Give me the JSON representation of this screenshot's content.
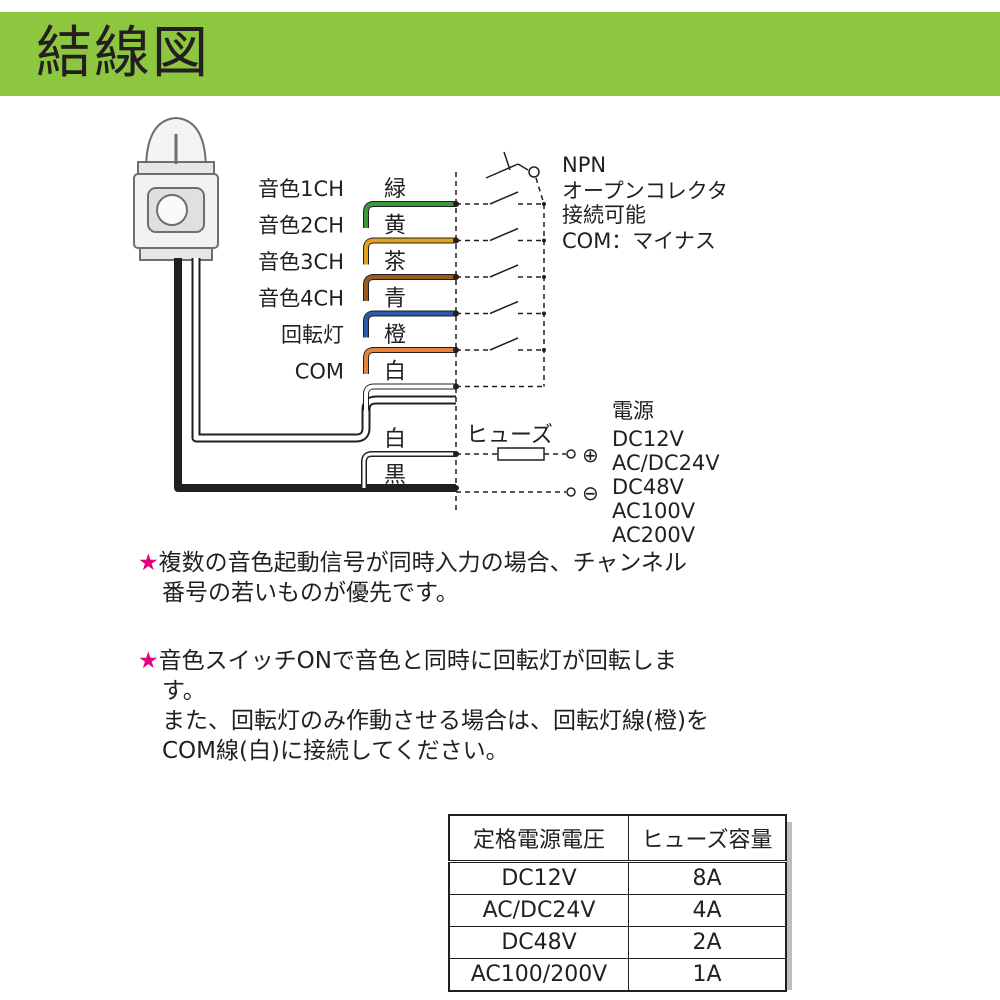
{
  "header": {
    "title": "結線図",
    "color": "#8dc63f"
  },
  "diagram": {
    "channels": [
      {
        "label": "音色1CH",
        "color_name": "緑",
        "color": "#3a9a3a"
      },
      {
        "label": "音色2CH",
        "color_name": "黄",
        "color": "#e3a21a"
      },
      {
        "label": "音色3CH",
        "color_name": "茶",
        "color": "#9b5a1e"
      },
      {
        "label": "音色4CH",
        "color_name": "青",
        "color": "#2a5aa8"
      },
      {
        "label": "回転灯",
        "color_name": "橙",
        "color": "#e8843a"
      },
      {
        "label": "COM",
        "color_name": "白",
        "color": "#ffffff"
      }
    ],
    "npn_note": [
      "NPN",
      "オープンコレクタ",
      "接続可能",
      "COM：マイナス"
    ],
    "power_wires": [
      {
        "color_name": "白",
        "color": "#ffffff"
      },
      {
        "color_name": "黒",
        "color": "#231f20"
      }
    ],
    "fuse_label": "ヒューズ",
    "plus_symbol": "⊕",
    "minus_symbol": "⊖",
    "power_label": "電源",
    "power_voltages": [
      "DC12V",
      "AC/DC24V",
      "DC48V",
      "AC100V",
      "AC200V"
    ]
  },
  "notes": [
    {
      "star": "★",
      "lines": [
        "複数の音色起動信号が同時入力の場合、チャンネル",
        "番号の若いものが優先です。"
      ]
    },
    {
      "star": "★",
      "lines": [
        "音色スイッチONで音色と同時に回転灯が回転しま",
        "す。",
        "また、回転灯のみ作動させる場合は、回転灯線(橙)を",
        "COM線(白)に接続してください。"
      ]
    }
  ],
  "fuse_table": {
    "headers": [
      "定格電源電圧",
      "ヒューズ容量"
    ],
    "rows": [
      [
        "DC12V",
        "8A"
      ],
      [
        "AC/DC24V",
        "4A"
      ],
      [
        "DC48V",
        "2A"
      ],
      [
        "AC100/200V",
        "1A"
      ]
    ]
  }
}
